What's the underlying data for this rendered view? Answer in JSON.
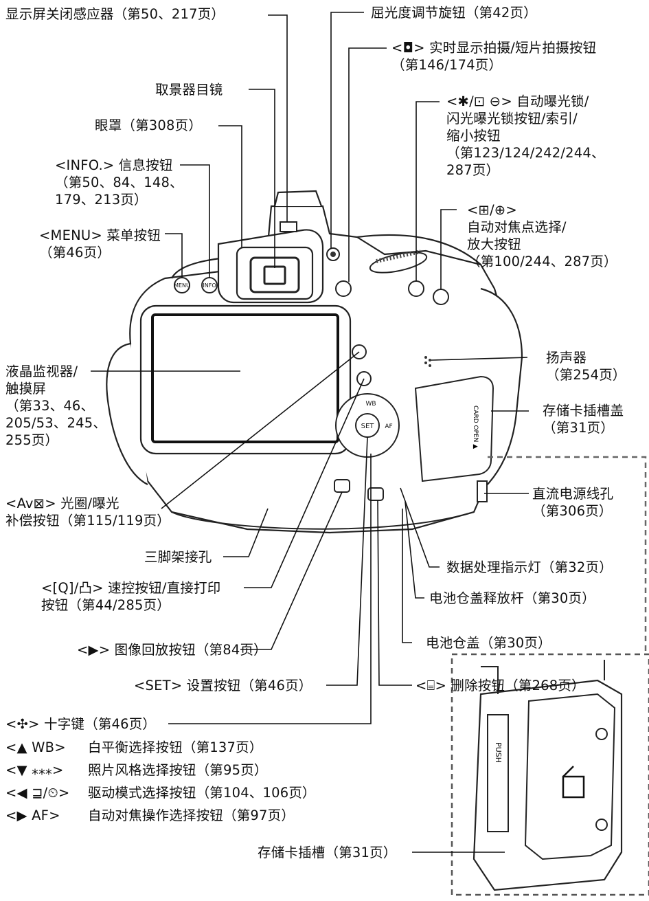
{
  "labels": {
    "sensor_off": [
      "显示屏关闭感应器（第50、217页）"
    ],
    "diopter": [
      "屈光度调节旋钮（第42页）"
    ],
    "liveview": [
      "<◘> 实时显示拍摄/短片拍摄按钮",
      "（第146/174页）"
    ],
    "viewfinder": [
      "取景器目镜"
    ],
    "ae_lock": [
      "<✱/⊡ ⊖> 自动曝光锁/",
      "闪光曝光锁按钮/索引/",
      "缩小按钮",
      "（第123/124/242/244、",
      "287页）"
    ],
    "eyecup": [
      "眼罩（第308页）"
    ],
    "info": [
      "<INFO.> 信息按钮",
      "（第50、84、148、",
      "179、213页）"
    ],
    "af_point": [
      "<⊞/⊕>",
      "自动对焦点选择/",
      "放大按钮",
      "（第100/244、287页）"
    ],
    "menu": [
      "<MENU> 菜单按钮",
      "（第46页）"
    ],
    "lcd": [
      "液晶监视器/",
      "触摸屏",
      "（第33、46、",
      "205/53、245、",
      "255页）"
    ],
    "speaker": [
      "扬声器",
      "（第254页）"
    ],
    "card_cover": [
      "存储卡插槽盖",
      "（第31页）"
    ],
    "dc_port": [
      "直流电源线孔",
      "（第306页）"
    ],
    "av": [
      "<Av⊠> 光圈/曝光",
      "补偿按钮（第115/119页）"
    ],
    "tripod": [
      "三脚架接孔"
    ],
    "access_lamp": [
      "数据处理指示灯（第32页）"
    ],
    "quick": [
      "<[Q]/凸> 速控按钮/直接打印",
      "按钮（第44/285页）"
    ],
    "batt_lever": [
      "电池仓盖释放杆（第30页）"
    ],
    "batt_cover": [
      "电池仓盖（第30页）"
    ],
    "playback": [
      "<▶> 图像回放按钮（第84页）"
    ],
    "erase": [
      "<⌸> 删除按钮（第268页）"
    ],
    "set": [
      "<SET> 设置按钮（第46页）"
    ],
    "card_slot": [
      "存储卡插槽（第31页）"
    ]
  },
  "cross_keys": {
    "title": "<✣> 十字键（第46页）",
    "rows": [
      {
        "key": "<▲ WB>",
        "desc": "白平衡选择按钮（第137页）"
      },
      {
        "key": "<▼ ⁎⁎⁎>",
        "desc": "照片风格选择按钮（第95页）"
      },
      {
        "key": "<◀ ⊒/⏲>",
        "desc": "驱动模式选择按钮（第104、106页）"
      },
      {
        "key": "<▶ AF>",
        "desc": "自动对焦操作选择按钮（第97页）"
      }
    ]
  },
  "camera_marks": {
    "menu_btn": "MENU",
    "info_btn": "INFO",
    "set_btn": "SET",
    "wb": "WB",
    "af": "AF",
    "card_open": "CARD OPEN ▲",
    "push": "PUSH"
  }
}
